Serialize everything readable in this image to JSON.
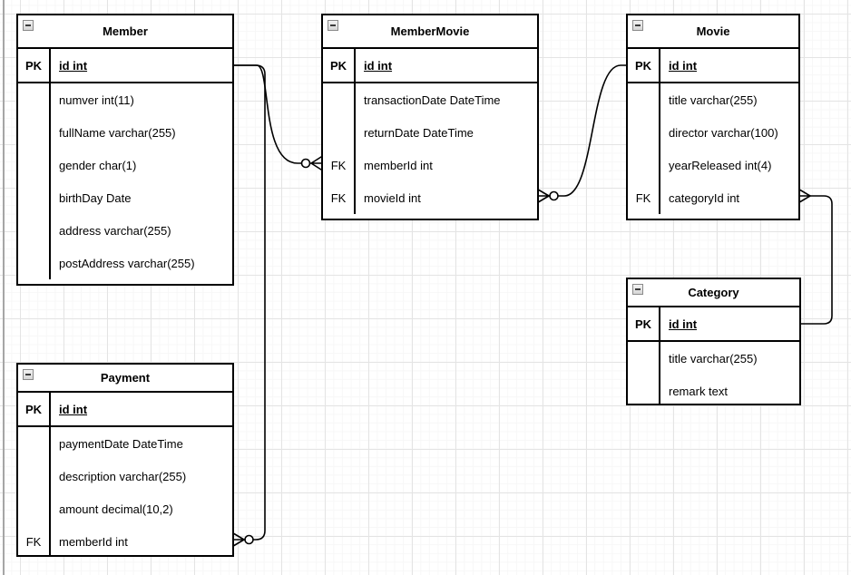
{
  "colors": {
    "stroke": "#000000",
    "entity_fill": "#ffffff",
    "grid_major": "#e4e4e4",
    "grid_minor": "#f7f7f7",
    "page_edge": "#a6a6a6"
  },
  "icons": {
    "collapse": "collapse-minus-icon"
  },
  "entities": [
    {
      "id": "member",
      "title": "Member",
      "rows": [
        {
          "key": "PK",
          "field": "id int",
          "pk": true
        },
        {
          "key": "",
          "field": "numver int(11)"
        },
        {
          "key": "",
          "field": "fullName varchar(255)"
        },
        {
          "key": "",
          "field": "gender char(1)"
        },
        {
          "key": "",
          "field": "birthDay Date"
        },
        {
          "key": "",
          "field": "address varchar(255)"
        },
        {
          "key": "",
          "field": "postAddress varchar(255)"
        }
      ]
    },
    {
      "id": "membermovie",
      "title": "MemberMovie",
      "rows": [
        {
          "key": "PK",
          "field": "id int",
          "pk": true
        },
        {
          "key": "",
          "field": "transactionDate DateTime"
        },
        {
          "key": "",
          "field": "returnDate DateTime"
        },
        {
          "key": "FK",
          "field": "memberId int"
        },
        {
          "key": "FK",
          "field": "movieId int"
        }
      ]
    },
    {
      "id": "movie",
      "title": "Movie",
      "rows": [
        {
          "key": "PK",
          "field": "id int",
          "pk": true
        },
        {
          "key": "",
          "field": "title varchar(255)"
        },
        {
          "key": "",
          "field": "director varchar(100)"
        },
        {
          "key": "",
          "field": "yearReleased int(4)"
        },
        {
          "key": "FK",
          "field": "categoryId int"
        }
      ]
    },
    {
      "id": "category",
      "title": "Category",
      "rows": [
        {
          "key": "PK",
          "field": "id int",
          "pk": true
        },
        {
          "key": "",
          "field": "title varchar(255)"
        },
        {
          "key": "",
          "field": "remark text"
        }
      ]
    },
    {
      "id": "payment",
      "title": "Payment",
      "rows": [
        {
          "key": "PK",
          "field": "id int",
          "pk": true
        },
        {
          "key": "",
          "field": "paymentDate DateTime"
        },
        {
          "key": "",
          "field": "description varchar(255)"
        },
        {
          "key": "",
          "field": "amount decimal(10,2)"
        },
        {
          "key": "FK",
          "field": "memberId int"
        }
      ]
    }
  ],
  "relationships": [
    {
      "name": "member-membermovie",
      "from": "Member.id",
      "to": "MemberMovie.memberId",
      "from_cardinality": "one",
      "to_cardinality": "zero-or-many"
    },
    {
      "name": "member-payment",
      "from": "Member.id",
      "to": "Payment.memberId",
      "from_cardinality": "one",
      "to_cardinality": "zero-or-many"
    },
    {
      "name": "movie-membermovie",
      "from": "Movie.id",
      "to": "MemberMovie.movieId",
      "from_cardinality": "one",
      "to_cardinality": "zero-or-many"
    },
    {
      "name": "category-movie",
      "from": "Category.id",
      "to": "Movie.categoryId",
      "from_cardinality": "one",
      "to_cardinality": "many"
    }
  ]
}
